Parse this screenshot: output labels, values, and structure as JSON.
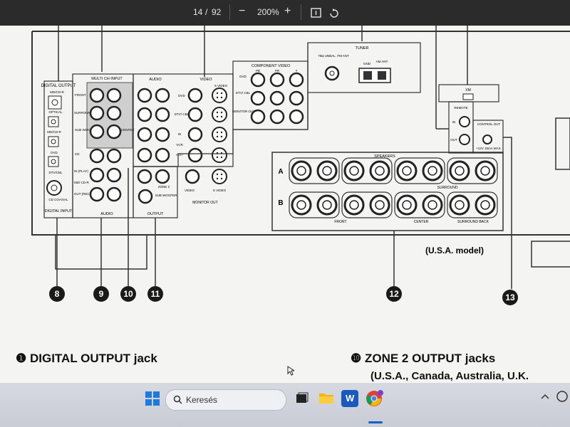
{
  "viewer": {
    "page_current": "14",
    "page_sep": "/",
    "page_total": "92",
    "zoom_minus": "−",
    "zoom": "200%",
    "zoom_plus": "+"
  },
  "diagram": {
    "labels": {
      "digital_output": "DIGITAL OUTPUT",
      "md_cdr": "MD/CD-R",
      "optical": "OPTICAL",
      "md_cdr2": "MD/CD-R",
      "dvd_in": "DVD",
      "dtv_cbl_in": "DTV/CBL",
      "cd_coaxial": "CD COAXIAL",
      "digital_input": "DIGITAL INPUT",
      "multi_ch_input": "MULTI CH INPUT",
      "front": "FRONT",
      "surround": "SURROUND",
      "subwoofer": "SUB WOOFER",
      "center": "CENTER",
      "cd": "CD",
      "in_play": "IN (PLAY)",
      "md_cdr3": "MD/ CD-R",
      "out_rec": "OUT (REC)",
      "audio_label": "AUDIO",
      "audio": "AUDIO",
      "video": "VIDEO",
      "svideo": "S VIDEO",
      "dvd": "DVD",
      "dtv_cbl": "DTV/ CBL",
      "in": "IN",
      "vcr": "VCR",
      "out": "OUT",
      "zone2": "ZONE 2",
      "sub_woofer": "SUB WOOFER",
      "output": "OUTPUT",
      "monitor_out": "MONITOR OUT",
      "video_small": "VIDEO",
      "svideo_small": "S VIDEO",
      "component_video": "COMPONENT VIDEO",
      "pb": "PB",
      "pr": "PR",
      "y": "Y",
      "comp_dvd": "DVD",
      "comp_dtv": "DTV/ CBL",
      "comp_monitor": "MONITOR OUT",
      "tuner": "TUNER",
      "fm_ant": "75Ω UNBAL. FM ANT",
      "gnd": "GND",
      "am_ant": "AM ANT",
      "xm": "XM",
      "remote": "REMOTE",
      "remote_in": "IN",
      "remote_out": "OUT",
      "control_out": "CONTROL OUT",
      "control_spec": "+12V 15mA MAX.",
      "speakers": "SPEAKERS",
      "spk_a": "A",
      "spk_b": "B",
      "spk_surround": "SURROUND",
      "spk_front": "FRONT",
      "spk_center": "CENTER",
      "spk_surround_back": "SURROUND BACK",
      "usa_model": "(U.S.A. model)"
    },
    "callouts": [
      "8",
      "9",
      "10",
      "11",
      "12",
      "13"
    ]
  },
  "text": {
    "heading1_num": "❶",
    "heading1": "DIGITAL OUTPUT jack",
    "heading2_num": "❿",
    "heading2": "ZONE 2 OUTPUT jacks",
    "partial_line": "(U.S.A., Canada, Australia, U.K."
  },
  "taskbar": {
    "search_placeholder": "Keresés",
    "word_letter": "W"
  },
  "colors": {
    "toolbar": "#2b2b2b",
    "page": "#f4f4f2",
    "taskbar": "#cfd2da",
    "accent": "#0f62c9"
  }
}
